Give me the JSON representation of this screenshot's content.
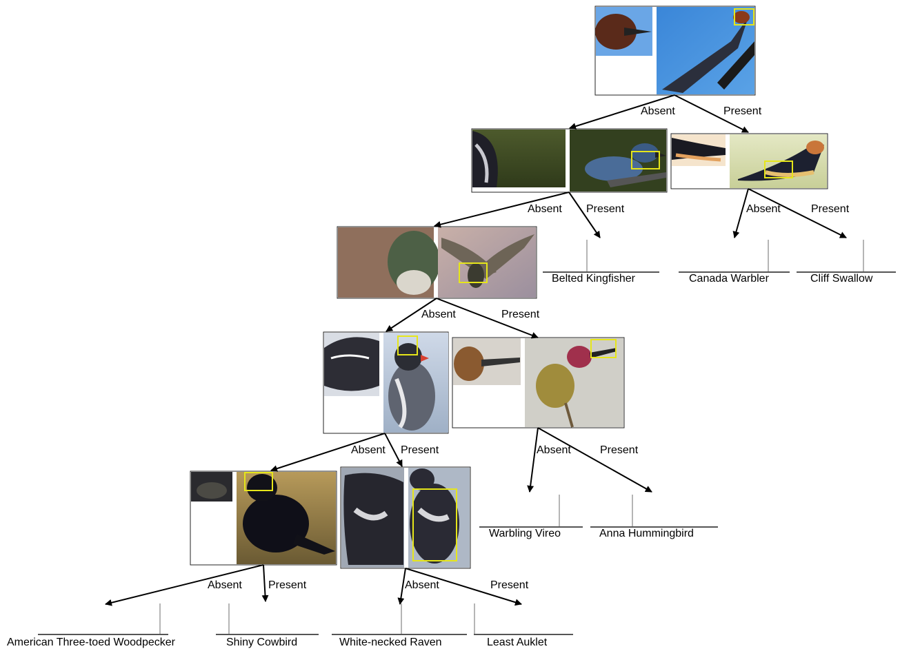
{
  "edges": {
    "absent": "Absent",
    "present": "Present"
  },
  "leaves": {
    "belted_kingfisher": "Belted Kingfisher",
    "canada_warbler": "Canada Warbler",
    "cliff_swallow": "Cliff Swallow",
    "warbling_vireo": "Warbling Vireo",
    "anna_hummingbird": "Anna Hummingbird",
    "american_three_toed_woodpecker": "American Three-toed Woodpecker",
    "shiny_cowbird": "Shiny Cowbird",
    "white_necked_raven": "White-necked Raven",
    "least_auklet": "Least Auklet"
  },
  "colors": {
    "highlight_box": "#e6e61a",
    "arrow": "#000000",
    "leaf_stem": "#b5b5b5",
    "leaf_base": "#555555"
  }
}
